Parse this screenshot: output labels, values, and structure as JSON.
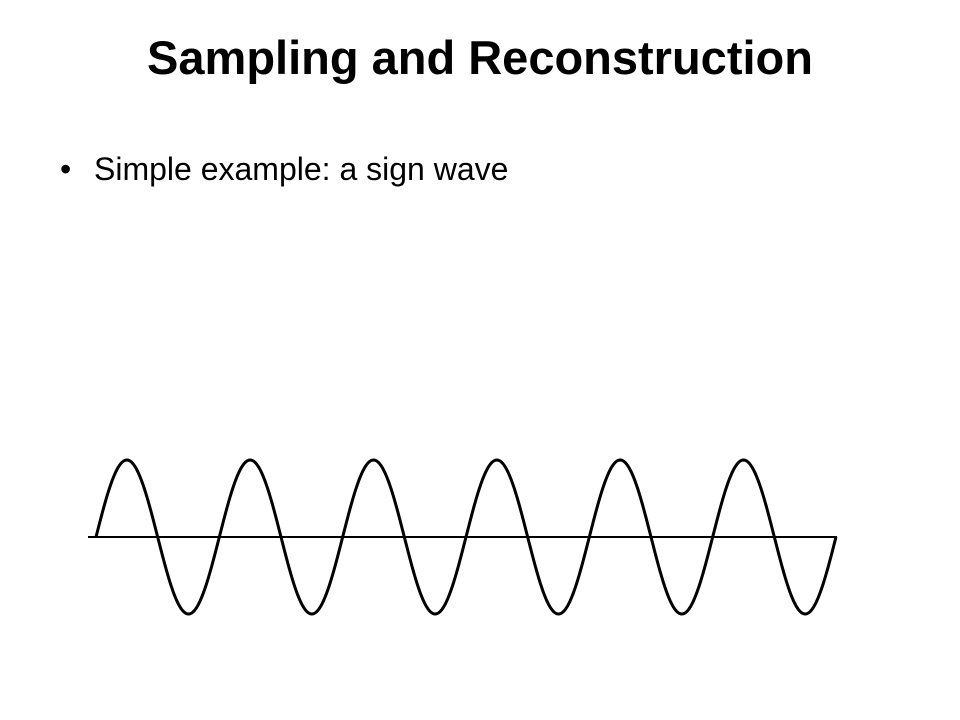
{
  "slide": {
    "title": "Sampling and Reconstruction",
    "bullets": [
      {
        "marker": "•",
        "text": "Simple example: a sign wave"
      }
    ]
  },
  "figure": {
    "waveform": "sine",
    "cycles": 6,
    "stroke_color": "#000000"
  }
}
